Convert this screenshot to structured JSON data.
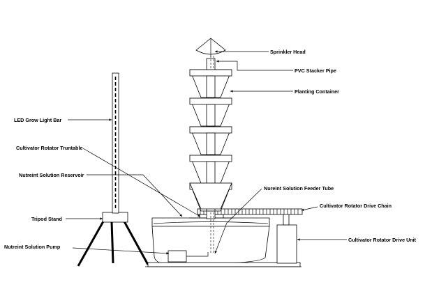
{
  "diagram": {
    "labels": {
      "sprinkler_head": "Sprinkler Head",
      "pvc_stacker_pipe": "PVC Stacker Pipe",
      "planting_container": "Planting Container",
      "led_grow_light_bar": "LED Grow Light Bar",
      "cultivator_rotator_truntable": "Cultivator Rotator Truntable",
      "nutreint_solution_reservoir": "Nutreint Solution Reservoir",
      "nureint_solution_feeder_tube": "Nureint Solution Feeder Tube",
      "cultivator_rotator_drive_chain": "Cultivator Rotator Drive Chain",
      "tripod_stand": "Tripod Stand",
      "cultivator_rotator_drive_unit": "Cultivator Rotator Drive Unit",
      "nutreint_solution_pump": "Nutreint Solution Pump"
    },
    "colors": {
      "line": "#000000",
      "background": "#ffffff"
    }
  }
}
